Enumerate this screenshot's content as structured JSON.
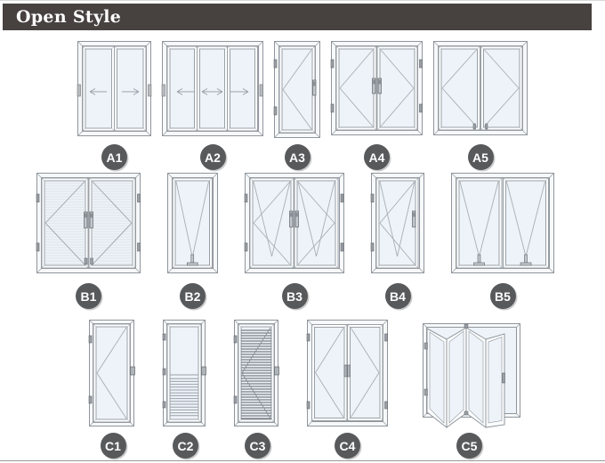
{
  "header": {
    "title": "Open Style"
  },
  "colors": {
    "header_bar": "#474140",
    "badge": "#58595b",
    "badge_text": "#ffffff",
    "glass": "#edf3f8",
    "frame_line": "#8f969c"
  },
  "rows": [
    {
      "name": "row-a",
      "items": [
        {
          "label": "A1",
          "style": "sliding-two-panel"
        },
        {
          "label": "A2",
          "style": "sliding-three-panel"
        },
        {
          "label": "A3",
          "style": "casement-single"
        },
        {
          "label": "A4",
          "style": "casement-double"
        },
        {
          "label": "A5",
          "style": "casement-double-wide"
        }
      ]
    },
    {
      "name": "row-b",
      "items": [
        {
          "label": "B1",
          "style": "casement-double-with-screen"
        },
        {
          "label": "B2",
          "style": "tilt-single"
        },
        {
          "label": "B3",
          "style": "tilt-turn-double"
        },
        {
          "label": "B4",
          "style": "tilt-turn-single"
        },
        {
          "label": "B5",
          "style": "tilt-double"
        }
      ]
    },
    {
      "name": "row-c",
      "items": [
        {
          "label": "C1",
          "style": "door-single"
        },
        {
          "label": "C2",
          "style": "door-half-louver"
        },
        {
          "label": "C3",
          "style": "door-full-louver"
        },
        {
          "label": "C4",
          "style": "door-double"
        },
        {
          "label": "C5",
          "style": "door-bifold"
        }
      ]
    }
  ]
}
